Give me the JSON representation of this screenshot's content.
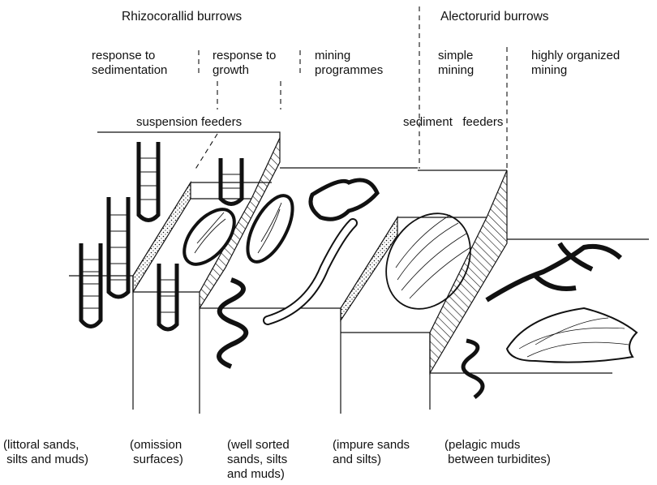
{
  "headings": {
    "rhizocorallid": "Rhizocorallid burrows",
    "alectorurid": "Alectorurid burrows"
  },
  "categories": {
    "sedimentation": "response to\nsedimentation",
    "growth": "response to\ngrowth",
    "mining": "mining\nprogrammes",
    "simple": "simple\nmining",
    "organized": "highly organized\nmining"
  },
  "feeders": {
    "suspension": "suspension feeders",
    "sediment": "sediment   feeders"
  },
  "environments": {
    "littoral": "(littoral sands,\n silts and muds)",
    "omission": "(omission\n surfaces)",
    "well_sorted": "(well sorted\nsands, silts\nand muds)",
    "impure": "(impure sands\nand silts)",
    "pelagic": "(pelagic muds\n between turbidites)"
  },
  "colors": {
    "ink": "#111111",
    "paper": "#ffffff"
  }
}
